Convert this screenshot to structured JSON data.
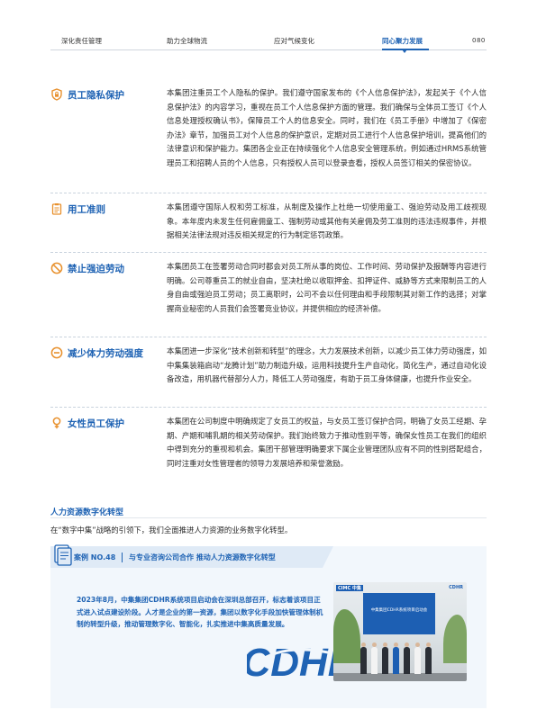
{
  "nav": {
    "items": [
      "深化责任管理",
      "助力全球物流",
      "应对气候变化",
      "同心聚力发展"
    ],
    "active_index": 3,
    "page_number": "080"
  },
  "sections": [
    {
      "title": "员工隐私保护",
      "icon": "shield-lock-icon",
      "body": "本集团注重员工个人隐私的保护。我们遵守国家发布的《个人信息保护法》，发起关于《个人信息保护法》的内容学习，重视在员工个人信息保护方面的管理。我们确保与全体员工签订《个人信息处理授权确认书》，保障员工个人的信息安全。同时，我们在《员工手册》中增加了《保密办法》章节，加强员工对个人信息的保护意识，定期对员工进行个人信息保护培训，提高他们的法律意识和保护能力。集团各企业正在持续强化个人信息安全管理系统，例如通过HRMS系统管理员工和招聘人员的个人信息，只有授权人员可以登录查看，授权人员签订相关的保密协议。"
    },
    {
      "title": "用工准则",
      "icon": "clipboard-list-icon",
      "body": "本集团遵守国际人权和劳工标准，从制度及操作上杜绝一切使用童工、强迫劳动及用工歧视现象。本年度内未发生任何雇佣童工、强制劳动或其他有关雇佣及劳工准则的违法违规事件，并根据相关法律法规对违反相关规定的行为制定惩罚政策。"
    },
    {
      "title": "禁止强迫劳动",
      "icon": "prohibited-icon",
      "body": "本集团员工在签署劳动合同时都会对员工所从事的岗位、工作时间、劳动保护及报酬等内容进行明确。公司尊重员工的就业自由，坚决杜绝以收取押金、扣押证件、威胁等方式来限制员工的人身自由或强迫员工劳动；员工离职时，公司不会以任何理由和手段限制其对新工作的选择；对掌握商业秘密的人员我们会签署竞业协议，并提供相应的经济补偿。"
    },
    {
      "title": "减少体力劳动强度",
      "icon": "minus-circle-icon",
      "body": "本集团进一步深化“技术创新和转型”的理念，大力发展技术创新，以减少员工体力劳动强度，如中集集装箱启动“龙腾计划”助力制造升级，运用科技提升生产自动化，简化生产，通过自动化设备改造，用机器代替部分人力，降低工人劳动强度，有助于员工身体健康，也提升作业安全。"
    },
    {
      "title": "女性员工保护",
      "icon": "female-symbol-icon",
      "body": "本集团在公司制度中明确规定了女员工的权益，与女员工签订保护合同，明确了女员工经期、孕期、产期和哺乳期的相关劳动保护。我们始终致力于推动性别平等，确保女性员工在我们的组织中得到充分的重视和机会。集团干部管理明确要求下属企业管理团队应有不同的性别搭配组合，同时注重对女性管理者的领导力发展培养和荣誉激励。"
    }
  ],
  "hr": {
    "title": "人力资源数字化转型",
    "intro": "在“数字中集”战略的引领下，我们全面推进人力资源的业务数字化转型。"
  },
  "case": {
    "number": "案例 NO.48",
    "name": "与专业咨询公司合作 推动人力资源数字化转型",
    "text": "2023年8月，中集集团CDHR系统项目启动会在深圳总部召开，标志着该项目正式进入试点建设阶段。人才是企业的第一资源，集团以数字化手段加快管理体制机制的转型升级，推动管理数字化、智能化，扎实推进中集高质量发展。",
    "logo_text": "CDHR",
    "photo": {
      "brand_left": "CIMC 中集",
      "brand_right": "CDHR",
      "screen_text": "中集集团CDHR系统项目启动会"
    }
  },
  "colors": {
    "accent": "#1f63b4",
    "case_bg": "#f2f7fc",
    "case_header_bg": "#dfeaf6",
    "icon_orange": "#e8912e"
  }
}
